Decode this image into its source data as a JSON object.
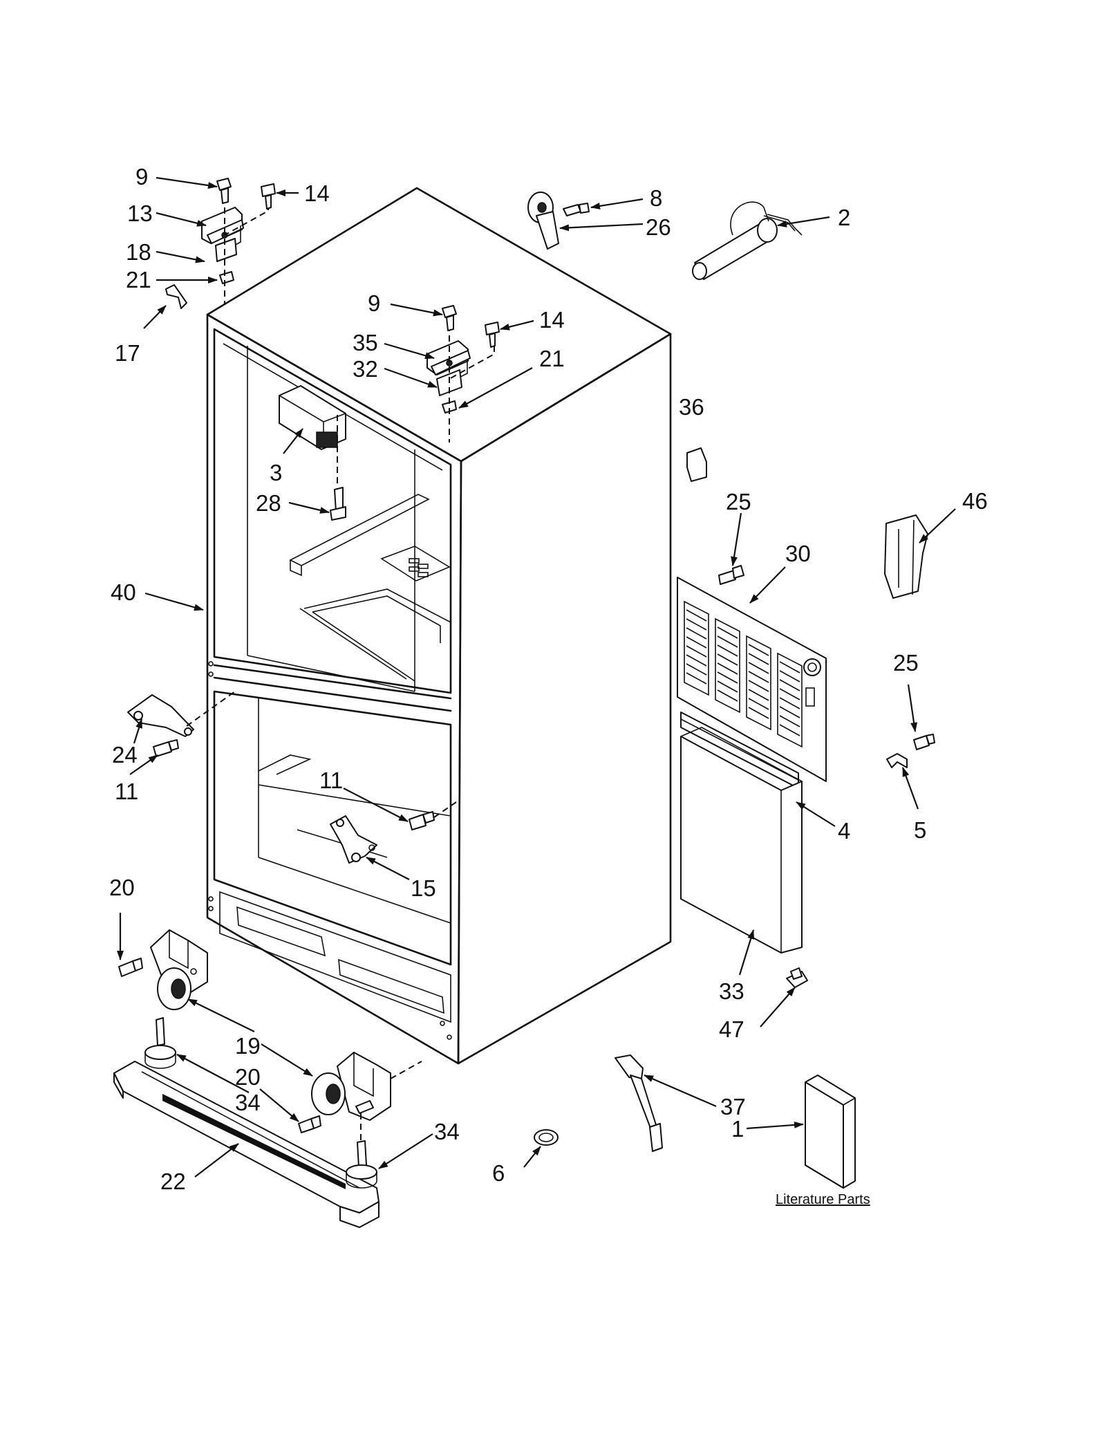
{
  "callouts": [
    {
      "id": "c9a",
      "text": "9"
    },
    {
      "id": "c14a",
      "text": "14"
    },
    {
      "id": "c13",
      "text": "13"
    },
    {
      "id": "c18",
      "text": "18"
    },
    {
      "id": "c21a",
      "text": "21"
    },
    {
      "id": "c17",
      "text": "17"
    },
    {
      "id": "c8",
      "text": "8"
    },
    {
      "id": "c26",
      "text": "26"
    },
    {
      "id": "c2",
      "text": "2"
    },
    {
      "id": "c9b",
      "text": "9"
    },
    {
      "id": "c14b",
      "text": "14"
    },
    {
      "id": "c35",
      "text": "35"
    },
    {
      "id": "c32",
      "text": "32"
    },
    {
      "id": "c21b",
      "text": "21"
    },
    {
      "id": "c3",
      "text": "3"
    },
    {
      "id": "c28",
      "text": "28"
    },
    {
      "id": "c36",
      "text": "36"
    },
    {
      "id": "c46",
      "text": "46"
    },
    {
      "id": "c25a",
      "text": "25"
    },
    {
      "id": "c30",
      "text": "30"
    },
    {
      "id": "c40",
      "text": "40"
    },
    {
      "id": "c25b",
      "text": "25"
    },
    {
      "id": "c24",
      "text": "24"
    },
    {
      "id": "c11a",
      "text": "11"
    },
    {
      "id": "c11b",
      "text": "11"
    },
    {
      "id": "c4",
      "text": "4"
    },
    {
      "id": "c5",
      "text": "5"
    },
    {
      "id": "c15",
      "text": "15"
    },
    {
      "id": "c20a",
      "text": "20"
    },
    {
      "id": "c33",
      "text": "33"
    },
    {
      "id": "c47",
      "text": "47"
    },
    {
      "id": "c19",
      "text": "19"
    },
    {
      "id": "c20b",
      "text": "20"
    },
    {
      "id": "c34a",
      "text": "34"
    },
    {
      "id": "c37",
      "text": "37"
    },
    {
      "id": "c34b",
      "text": "34"
    },
    {
      "id": "c1",
      "text": "1"
    },
    {
      "id": "c6",
      "text": "6"
    },
    {
      "id": "c22",
      "text": "22"
    }
  ],
  "literature_label": "Literature Parts"
}
